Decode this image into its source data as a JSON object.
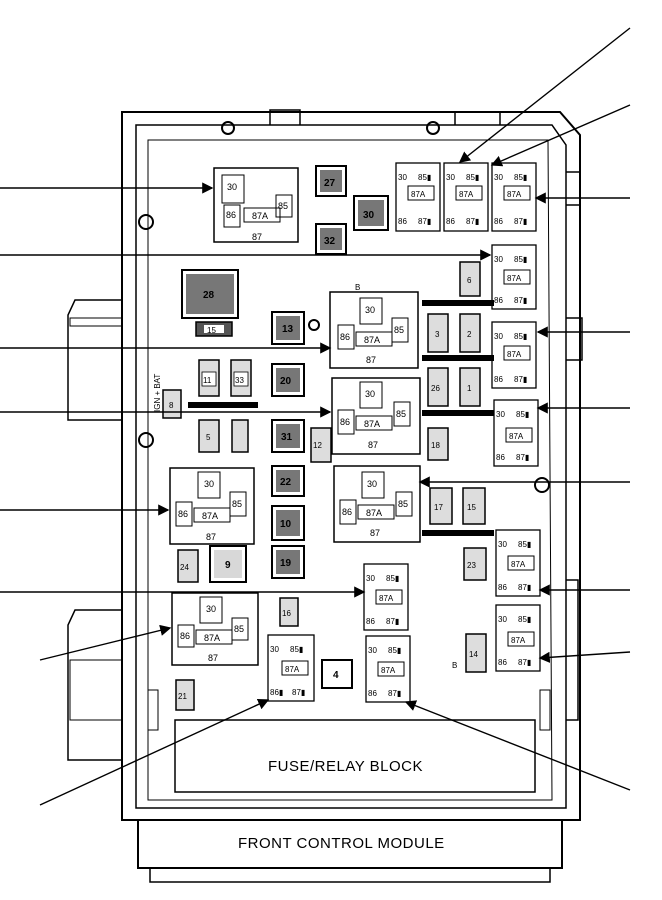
{
  "block_label": "FUSE/RELAY BLOCK",
  "module_label": "FRONT CONTROL MODULE",
  "ign_bat_label": "IGN + BAT",
  "terminal_labels": {
    "t30": "30",
    "t85": "85",
    "t86": "86",
    "t87": "87",
    "t87a": "87A",
    "t85m": "85▮",
    "t87m": "87▮",
    "t86m": "86▮"
  },
  "small_tag": "B",
  "positions": {
    "p1": "1",
    "p2": "2",
    "p3": "3",
    "p4": "4",
    "p5": "5",
    "p6": "6",
    "p8": "8",
    "p9": "9",
    "p10": "10",
    "p11": "11",
    "p12": "12",
    "p13": "13",
    "p14": "14",
    "p15a": "15",
    "p15b": "15",
    "p16": "16",
    "p17": "17",
    "p18": "18",
    "p19": "19",
    "p20": "20",
    "p21": "21",
    "p22": "22",
    "p23": "23",
    "p24": "24",
    "p26": "26",
    "p27": "27",
    "p28": "28",
    "p30": "30",
    "p31": "31",
    "p32": "32",
    "p33": "33"
  }
}
